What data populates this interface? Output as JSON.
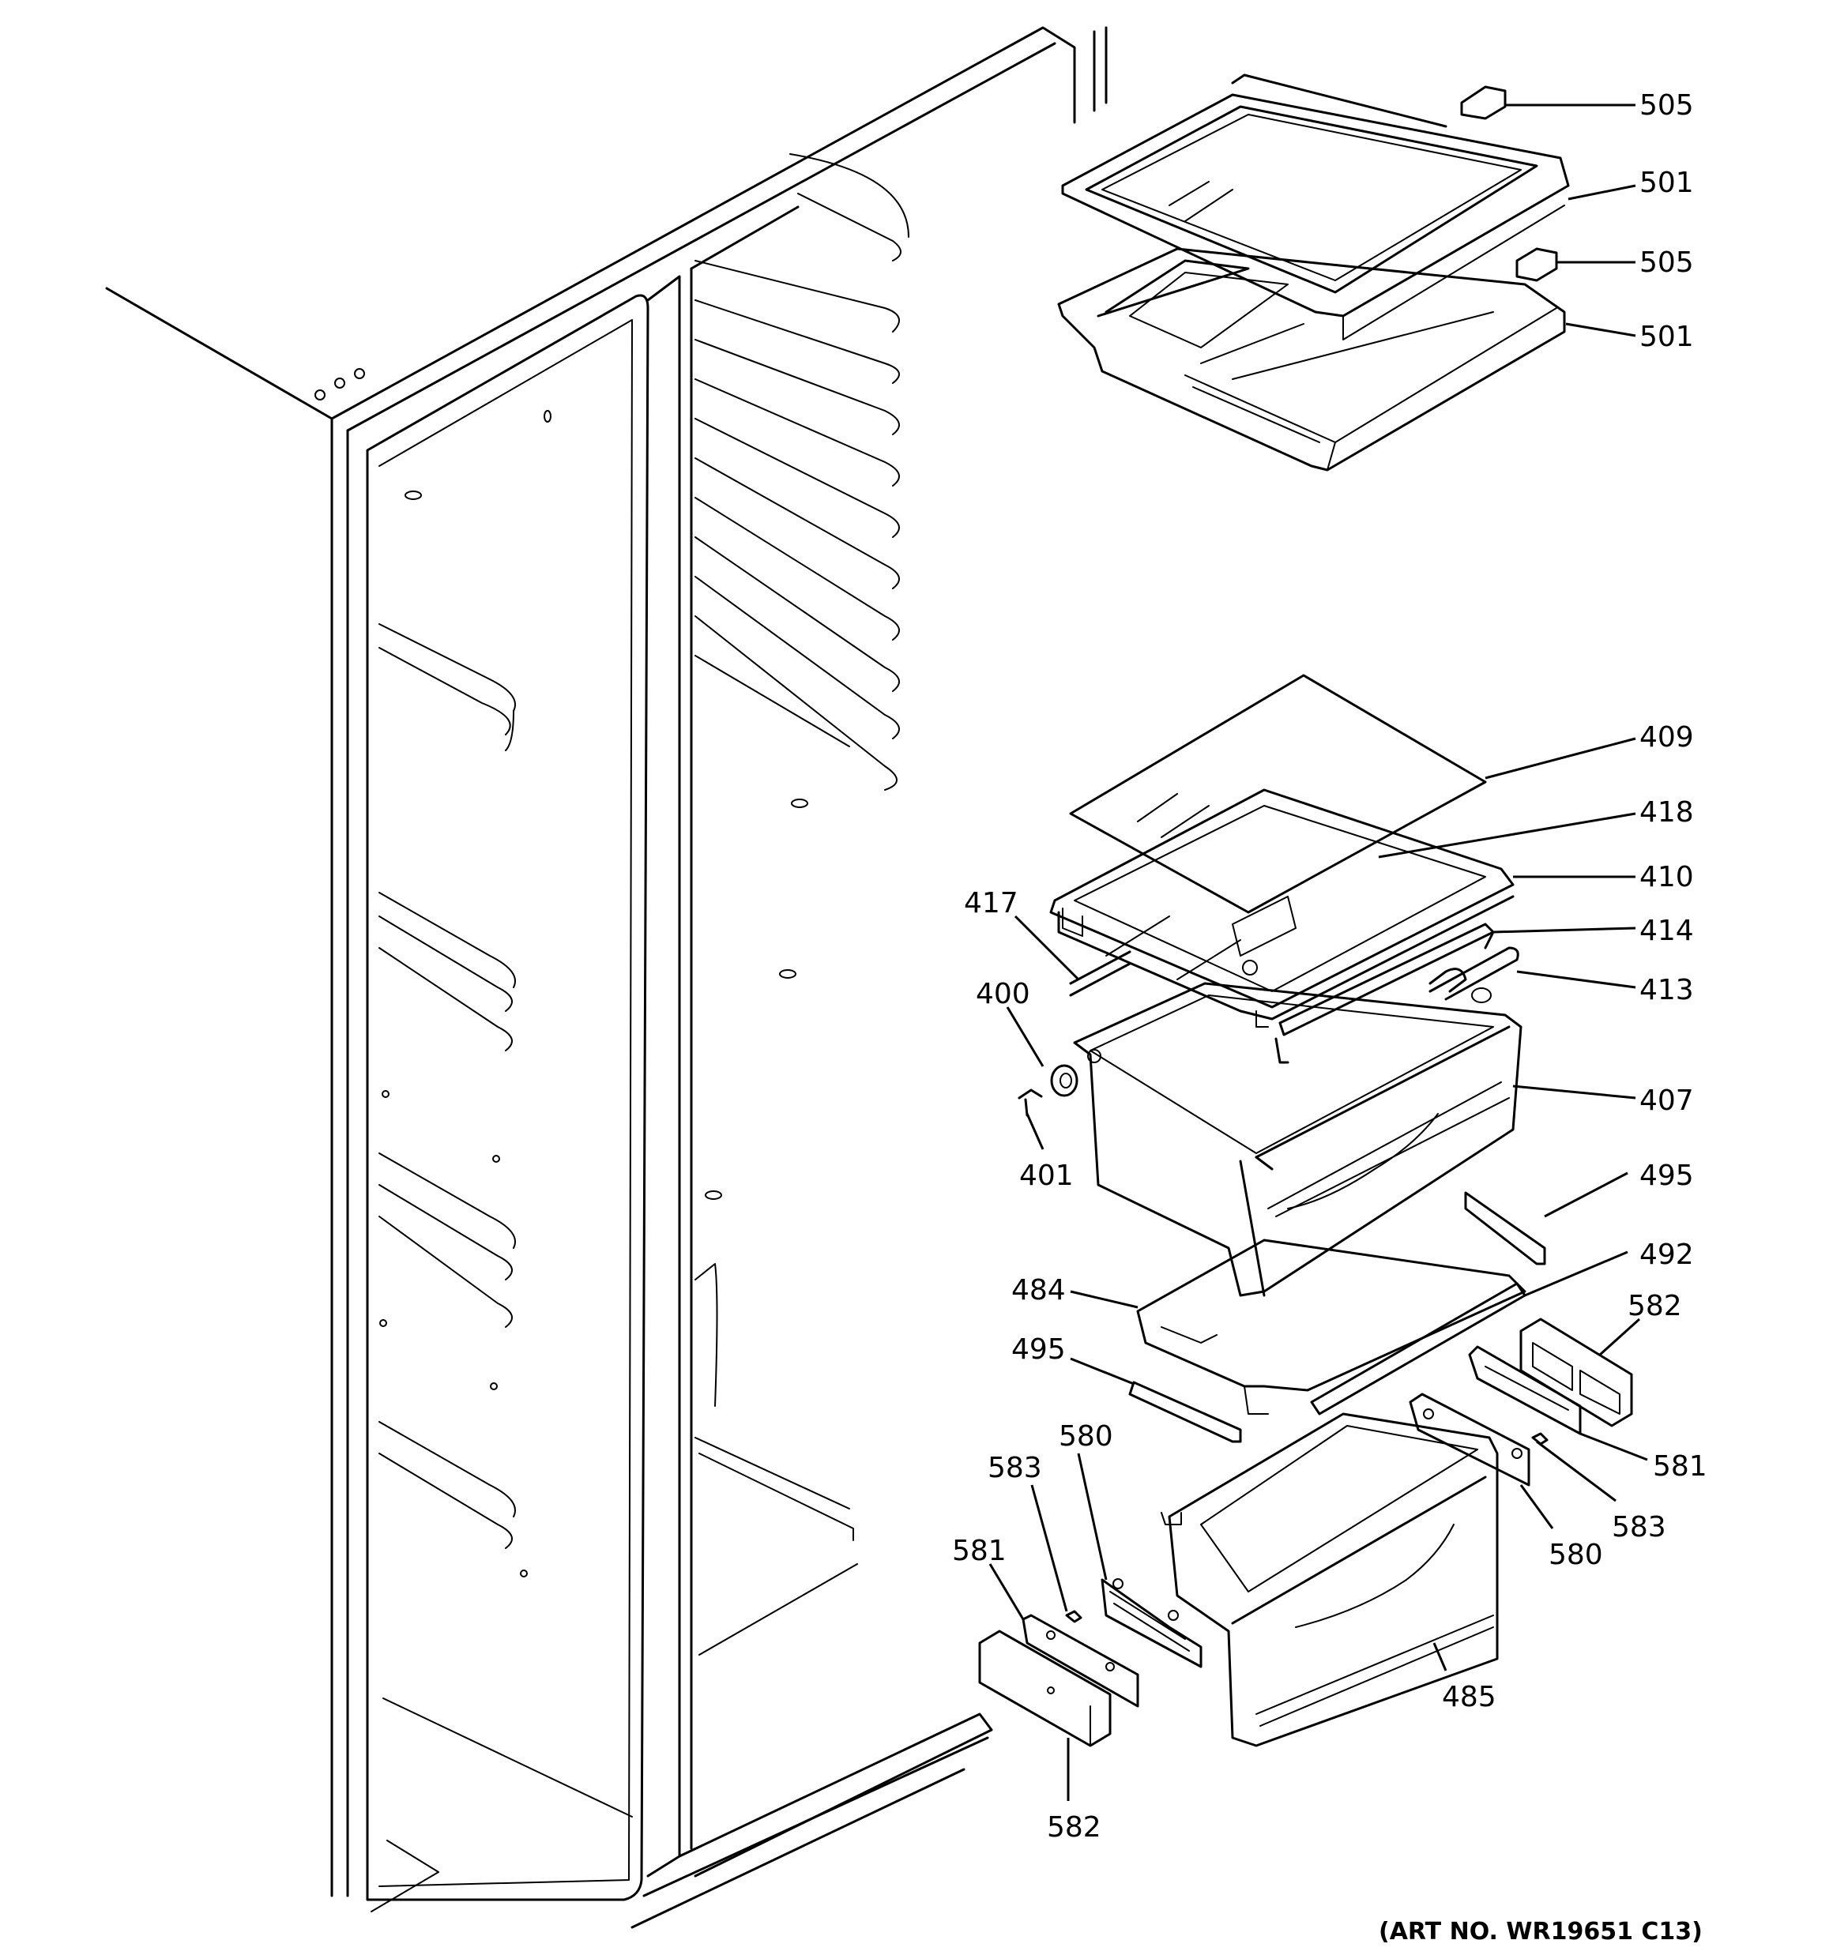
{
  "art_number": "(ART NO. WR19651 C13)",
  "callouts": [
    {
      "id": "c505a",
      "label": "505"
    },
    {
      "id": "c501a",
      "label": "501"
    },
    {
      "id": "c505b",
      "label": "505"
    },
    {
      "id": "c501b",
      "label": "501"
    },
    {
      "id": "c409",
      "label": "409"
    },
    {
      "id": "c418",
      "label": "418"
    },
    {
      "id": "c410",
      "label": "410"
    },
    {
      "id": "c414",
      "label": "414"
    },
    {
      "id": "c413",
      "label": "413"
    },
    {
      "id": "c417",
      "label": "417"
    },
    {
      "id": "c400",
      "label": "400"
    },
    {
      "id": "c401",
      "label": "401"
    },
    {
      "id": "c407",
      "label": "407"
    },
    {
      "id": "c495a",
      "label": "495"
    },
    {
      "id": "c492",
      "label": "492"
    },
    {
      "id": "c484",
      "label": "484"
    },
    {
      "id": "c495b",
      "label": "495"
    },
    {
      "id": "c582a",
      "label": "582"
    },
    {
      "id": "c581a",
      "label": "581"
    },
    {
      "id": "c583a",
      "label": "583"
    },
    {
      "id": "c580a",
      "label": "580"
    },
    {
      "id": "c580b",
      "label": "580"
    },
    {
      "id": "c583b",
      "label": "583"
    },
    {
      "id": "c581b",
      "label": "581"
    },
    {
      "id": "c485",
      "label": "485"
    },
    {
      "id": "c582b",
      "label": "582"
    }
  ]
}
